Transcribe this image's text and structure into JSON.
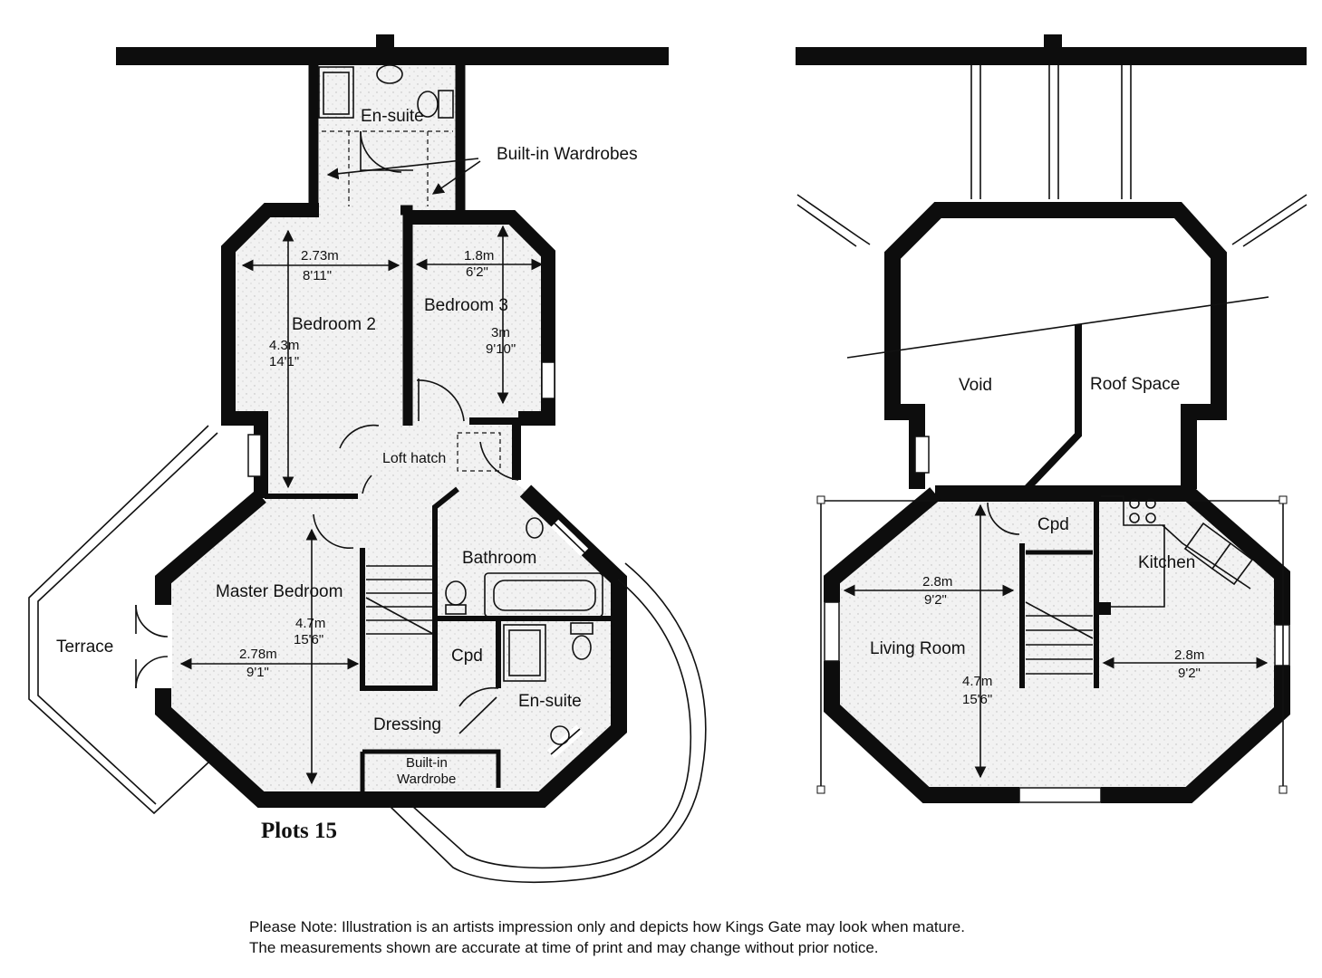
{
  "title": "Plots 15",
  "labels": {
    "ensuite_top": "En-suite",
    "built_in_wardrobes": "Built-in Wardrobes",
    "bedroom2": "Bedroom 2",
    "bedroom3": "Bedroom 3",
    "loft_hatch": "Loft hatch",
    "bathroom": "Bathroom",
    "master_bedroom": "Master Bedroom",
    "terrace": "Terrace",
    "cpd_first": "Cpd",
    "ensuite_master": "En-suite",
    "dressing": "Dressing",
    "built_in_wardrobe_1": "Built-in",
    "built_in_wardrobe_2": "Wardrobe",
    "void": "Void",
    "roof_space": "Roof Space",
    "cpd_ground": "Cpd",
    "kitchen": "Kitchen",
    "living_room": "Living Room"
  },
  "dimensions": {
    "bed2_width_m": "2.73m",
    "bed2_width_ft": "8'11\"",
    "bed2_length_m": "4.3m",
    "bed2_length_ft": "14'1\"",
    "bed3_width_m": "1.8m",
    "bed3_width_ft": "6'2\"",
    "bed3_length_m": "3m",
    "bed3_length_ft": "9'10\"",
    "master_length_m": "4.7m",
    "master_length_ft": "15'6\"",
    "master_width_m": "2.78m",
    "master_width_ft": "9'1\"",
    "living_width_m": "2.8m",
    "living_width_ft": "9'2\"",
    "living_length_m": "4.7m",
    "living_length_ft": "15'6\"",
    "kitchen_width_m": "2.8m",
    "kitchen_width_ft": "9'2\""
  },
  "note": {
    "line1": "Please Note:  Illustration is an artists impression only and depicts how Kings Gate may look when mature.",
    "line2": "The measurements shown are accurate at time of print and may change without prior notice."
  }
}
